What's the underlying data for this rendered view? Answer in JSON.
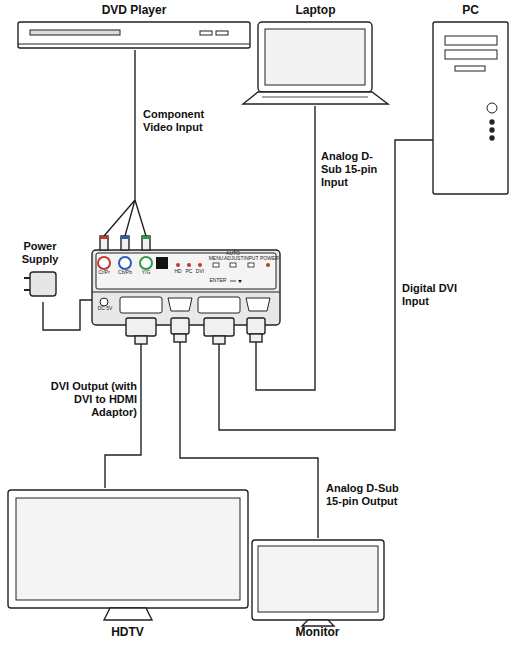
{
  "diagram": {
    "nodes": [
      {
        "text": [
          "DVD Player"
        ]
      },
      {
        "text": [
          "Laptop"
        ]
      },
      {
        "text": [
          "PC"
        ]
      },
      {
        "text": [
          "Power Supply"
        ]
      },
      {
        "text": [
          "Cr/Pr",
          "Cb/Pb",
          "Y/G",
          "HD",
          "PC",
          "DVI",
          "MENU",
          "AUTO ADJUST",
          "INPUT",
          "POWER",
          "ENTER",
          "DC 5V"
        ]
      },
      {
        "text": [
          "HDTV"
        ]
      },
      {
        "text": [
          "Monitor"
        ]
      }
    ],
    "edges": [
      {
        "from": 0,
        "to": 4,
        "arrow": "none",
        "label": "Component Video Input"
      },
      {
        "from": 1,
        "to": 4,
        "arrow": "none",
        "label": "Analog D-Sub 15-pin Input"
      },
      {
        "from": 2,
        "to": 4,
        "arrow": "none",
        "label": "Digital DVI Input"
      },
      {
        "from": 3,
        "to": 4,
        "arrow": "none"
      },
      {
        "from": 4,
        "to": 5,
        "arrow": "none",
        "label": "DVI Output (with DVI to HDMI Adaptor)"
      },
      {
        "from": 4,
        "to": 6,
        "arrow": "none",
        "label": "Analog D-Sub 15-pin Output"
      }
    ]
  }
}
